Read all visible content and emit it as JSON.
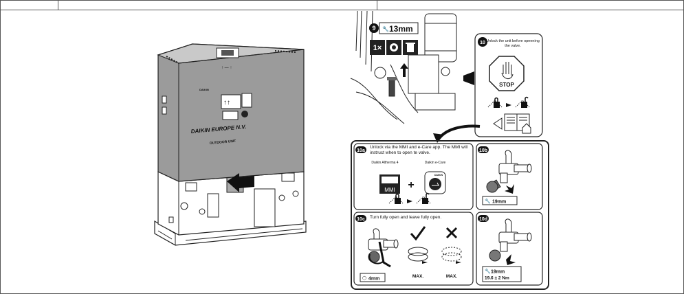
{
  "unit_box": {
    "brand": "DAIKIN EUROPE N.V.",
    "label": "OUTDOOR UNIT",
    "mini_brand": "DAIKIN"
  },
  "step9": {
    "number": "9",
    "tool": "13mm",
    "count": "1×"
  },
  "step10": {
    "number": "10",
    "text": "Unlock the unit before opeening the valve.",
    "stop": "STOP"
  },
  "step10a": {
    "number": "10a",
    "text": "Unlock via the MMI and e-Care app. The MMI will instruct when to open te valve.",
    "app1_label": "Daikin Altherma 4",
    "app2_label": "Daikin e-Care",
    "mmi": "MMI",
    "app_brand": "DAIKIN"
  },
  "step10b": {
    "number": "10b",
    "tool": "19mm"
  },
  "step10c": {
    "number": "10c",
    "text": "Turn fully open and leave fully open.",
    "tool": "4mm",
    "max1": "MAX.",
    "max2": "MAX."
  },
  "step10d": {
    "number": "10d",
    "tool": "19mm",
    "torque": "19.6 ± 2 Nm"
  }
}
